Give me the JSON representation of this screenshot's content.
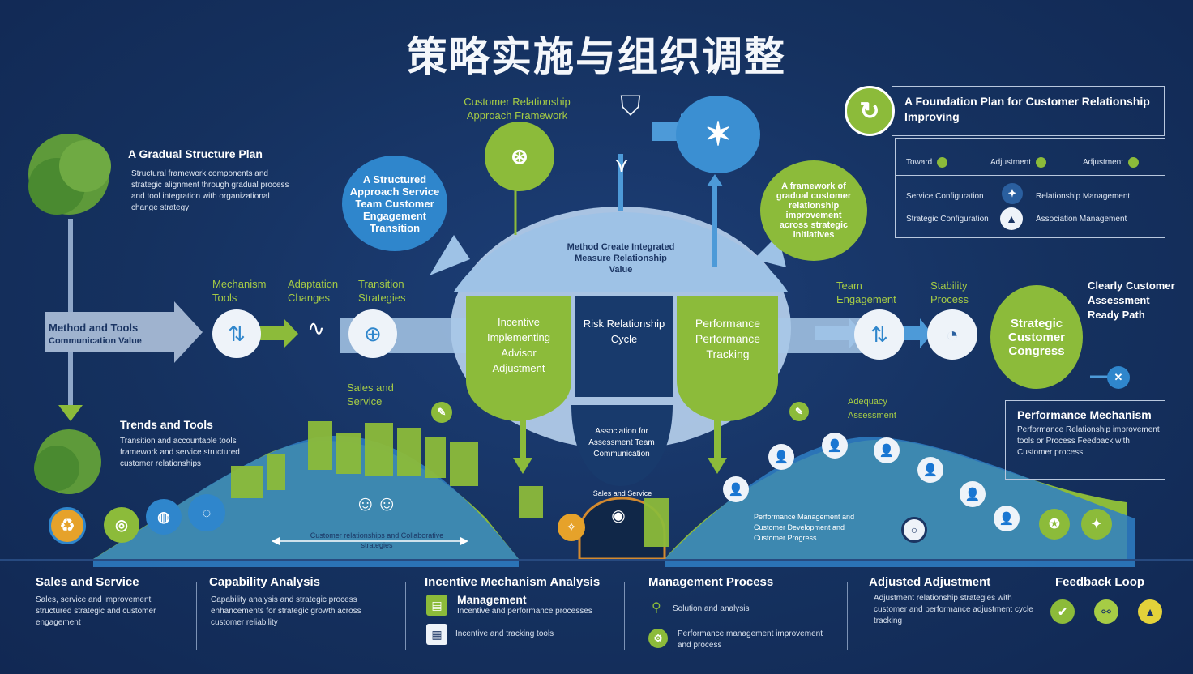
{
  "title": "策略实施与组织调整",
  "top_center": {
    "label": "Customer Relationship Approach Framework"
  },
  "top_left": {
    "heading": "A Gradual Structure Plan",
    "body": "Structural framework components and strategic alignment through gradual process and tool integration with organizational change strategy"
  },
  "blue_bubble_left": "A Structured Approach Service Team Customer Engagement Transition",
  "green_bubble_right": "A framework of gradual customer relationship improvement across strategic initiatives",
  "top_right_panel": {
    "heading": "A Foundation Plan for Customer Relationship Improving",
    "row_labels": [
      "Toward",
      "Adjustment",
      "Adjustment"
    ],
    "rows": [
      {
        "left": "Service Configuration",
        "right": "Relationship Management"
      },
      {
        "left": "Strategic Configuration",
        "right": "Association Management"
      }
    ]
  },
  "left_row": {
    "labels": [
      "Mechanism Tools",
      "Adaptation Changes",
      "Transition Strategies"
    ],
    "arrow_box_line1": "Method and Tools",
    "arrow_box_line2": "Communication Value"
  },
  "center": {
    "top_text": "Method Create Integrated Measure Relationship Value",
    "left_lobe": "Incentive Implementing Advisor Adjustment",
    "middle": "Risk Relationship Cycle",
    "right_lobe": "Performance Performance Tracking",
    "lower_text": "Association for Assessment Team Communication",
    "sales_label": "Sales and Service"
  },
  "right_row": {
    "labels": [
      "Team Engagement",
      "Stability Process"
    ],
    "big_circle": "Strategic Customer Congress",
    "side_text": "Clearly Customer Assessment Ready Path"
  },
  "left_mid": {
    "heading": "Trends and Tools",
    "body": "Transition and accountable tools framework and service structured customer relationships"
  },
  "hill_left_caption": "Customer relationships and Collaborative strategies",
  "hill_right": {
    "top": "Adequacy Assessment",
    "caption": "Performance Management and Customer Development and Customer Progress"
  },
  "perf_panel": {
    "heading": "Performance Mechanism",
    "body": "Performance Relationship improvement tools or Process Feedback with Customer process"
  },
  "bottom": [
    {
      "heading": "Sales and Service",
      "body": "Sales, service and improvement structured strategic and customer engagement"
    },
    {
      "heading": "Capability Analysis",
      "body": "Capability analysis and strategic process enhancements for strategic growth across customer reliability"
    },
    {
      "heading": "Incentive Mechanism Analysis",
      "sub": "Management",
      "items": [
        "Incentive and performance processes",
        "Incentive and tracking tools"
      ]
    },
    {
      "heading": "Management Process",
      "items": [
        "Solution and analysis",
        "Performance management improvement and process"
      ]
    },
    {
      "heading": "Adjusted Adjustment",
      "body": "Adjustment relationship strategies with customer and performance adjustment cycle tracking"
    },
    {
      "heading": "Feedback Loop"
    }
  ],
  "colors": {
    "navy": "#14305e",
    "blue": "#2f86cc",
    "green": "#8cbb3a",
    "light": "#b9d3ee"
  }
}
